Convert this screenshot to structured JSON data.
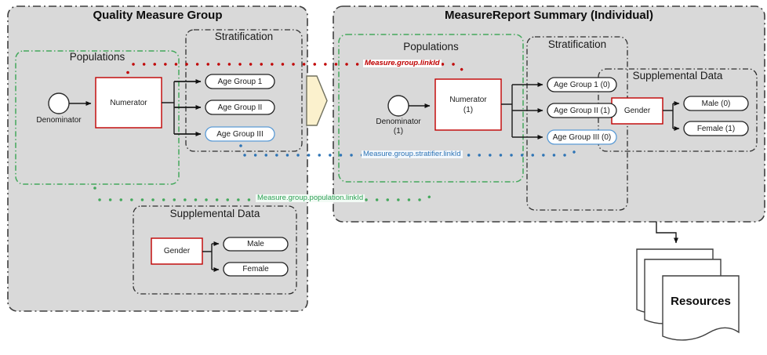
{
  "colors": {
    "red": "#c00000",
    "blue": "#2e74b5",
    "green": "#44a85c",
    "panel_fill": "#d9d9d9",
    "arrow_fill": "#fbf1cd",
    "age_group_iii_border": "#5b9bd5"
  },
  "left_panel": {
    "title": "Quality Measure Group",
    "populations": {
      "title": "Populations",
      "denominator": "Denominator",
      "numerator": "Numerator"
    },
    "stratification": {
      "title": "Stratification",
      "groups": [
        "Age Group 1",
        "Age Group II",
        "Age Group III"
      ]
    },
    "supplemental": {
      "title": "Supplemental Data",
      "gender": "Gender",
      "values": [
        "Male",
        "Female"
      ]
    }
  },
  "right_panel": {
    "title": "MeasureReport Summary (Individual)",
    "populations": {
      "title": "Populations",
      "denominator": "Denominator",
      "denominator_count": "(1)",
      "numerator": "Numerator",
      "numerator_count": "(1)"
    },
    "stratification": {
      "title": "Stratification",
      "groups": [
        "Age Group 1 (0)",
        "Age Group II (1)",
        "Age Group III (0)"
      ]
    },
    "supplemental": {
      "title": "Supplemental Data",
      "gender": "Gender",
      "values": [
        "Male (0)",
        "Female (1)"
      ]
    }
  },
  "link_labels": {
    "measure_group": "Measure.group.linkId",
    "measure_group_stratifier": "Measure.group.stratifier.linkId",
    "measure_group_population": "Measure.group.population.linkId"
  },
  "resources": {
    "label": "Resources"
  }
}
